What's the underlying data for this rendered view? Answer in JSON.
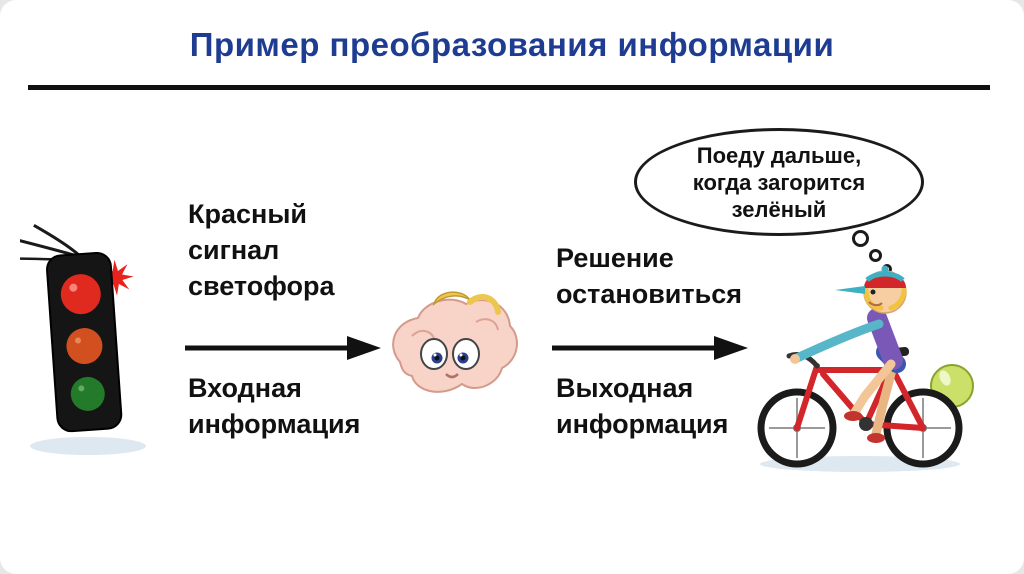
{
  "title": "Пример преобразования информации",
  "input_stage": {
    "signal_label": "Красный\nсигнал\nсветофора",
    "info_label": "Входная\nинформация"
  },
  "output_stage": {
    "decision_label": "Решение\nостановиться",
    "info_label": "Выходная\nинформация"
  },
  "thought_bubble": {
    "text": "Поеду дальше,\nкогда загорится\nзелёный"
  },
  "icons": {
    "traffic_light": "traffic-light-icon",
    "brain_face": "thinking-face-icon",
    "boy_bicycle": "boy-on-bicycle-icon",
    "balloon": "balloon-icon",
    "arrows": "right-arrow-icon"
  },
  "colors": {
    "title": "#1e3d92",
    "text": "#111111",
    "divider": "#101010",
    "traffic_red": "#e02a1f",
    "traffic_yellow": "#d25020",
    "traffic_green": "#237a28",
    "balloon_green": "#cbe069",
    "bike_red": "#d3262a"
  }
}
